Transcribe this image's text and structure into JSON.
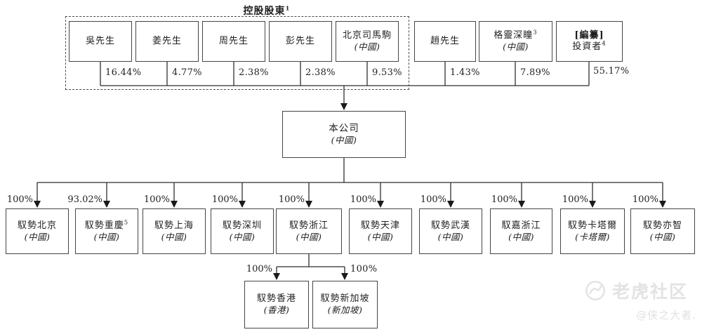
{
  "title": {
    "text": "控股股東",
    "sup": "1"
  },
  "controlling_group": {
    "shareholders": [
      {
        "name": "吳先生",
        "pct": "16.44%"
      },
      {
        "name": "姜先生",
        "pct": "4.77%"
      },
      {
        "name": "周先生",
        "pct": "2.38%"
      },
      {
        "name": "彭先生",
        "pct": "2.38%"
      },
      {
        "name": "北京司馬駒",
        "jur": "(中國)",
        "pct": "9.53%"
      }
    ]
  },
  "other_shareholders": [
    {
      "name": "趙先生",
      "pct": "1.43%"
    },
    {
      "name": "格靈深瞳",
      "sup": "3",
      "jur": "(中國)",
      "pct": "7.89%"
    },
    {
      "name": "[編纂]",
      "name2": "投資者",
      "sup": "4",
      "pct": "55.17%"
    }
  ],
  "company": {
    "name": "本公司",
    "jur": "(中國)"
  },
  "subsidiaries": [
    {
      "name": "馭勢北京",
      "jur": "(中國)",
      "pct": "100%"
    },
    {
      "name": "馭勢重慶",
      "sup": "5",
      "jur": "(中國)",
      "pct": "93.02%"
    },
    {
      "name": "馭勢上海",
      "jur": "(中國)",
      "pct": "100%"
    },
    {
      "name": "馭勢深圳",
      "jur": "(中國)",
      "pct": "100%"
    },
    {
      "name": "馭勢浙江",
      "jur": "(中國)",
      "pct": "100%"
    },
    {
      "name": "馭勢天津",
      "jur": "(中國)",
      "pct": "100%"
    },
    {
      "name": "馭勢武漢",
      "jur": "(中國)",
      "pct": "100%"
    },
    {
      "name": "馭嘉浙江",
      "jur": "(中國)",
      "pct": "100%"
    },
    {
      "name": "馭勢卡塔爾",
      "jur": "(卡塔爾)",
      "pct": "100%"
    },
    {
      "name": "馭勢亦智",
      "jur": "(中國)",
      "pct": "100%"
    }
  ],
  "sub_subsidiaries": [
    {
      "name": "馭勢香港",
      "jur": "(香港)",
      "pct": "100%"
    },
    {
      "name": "馭勢新加坡",
      "jur": "(新加坡)",
      "pct": "100%"
    }
  ],
  "watermark": {
    "brand": "老虎社区",
    "handle": "@侠之大者."
  },
  "colors": {
    "line": "#2f2f2f",
    "border": "#454545",
    "watermark": "#e3e3e3"
  }
}
